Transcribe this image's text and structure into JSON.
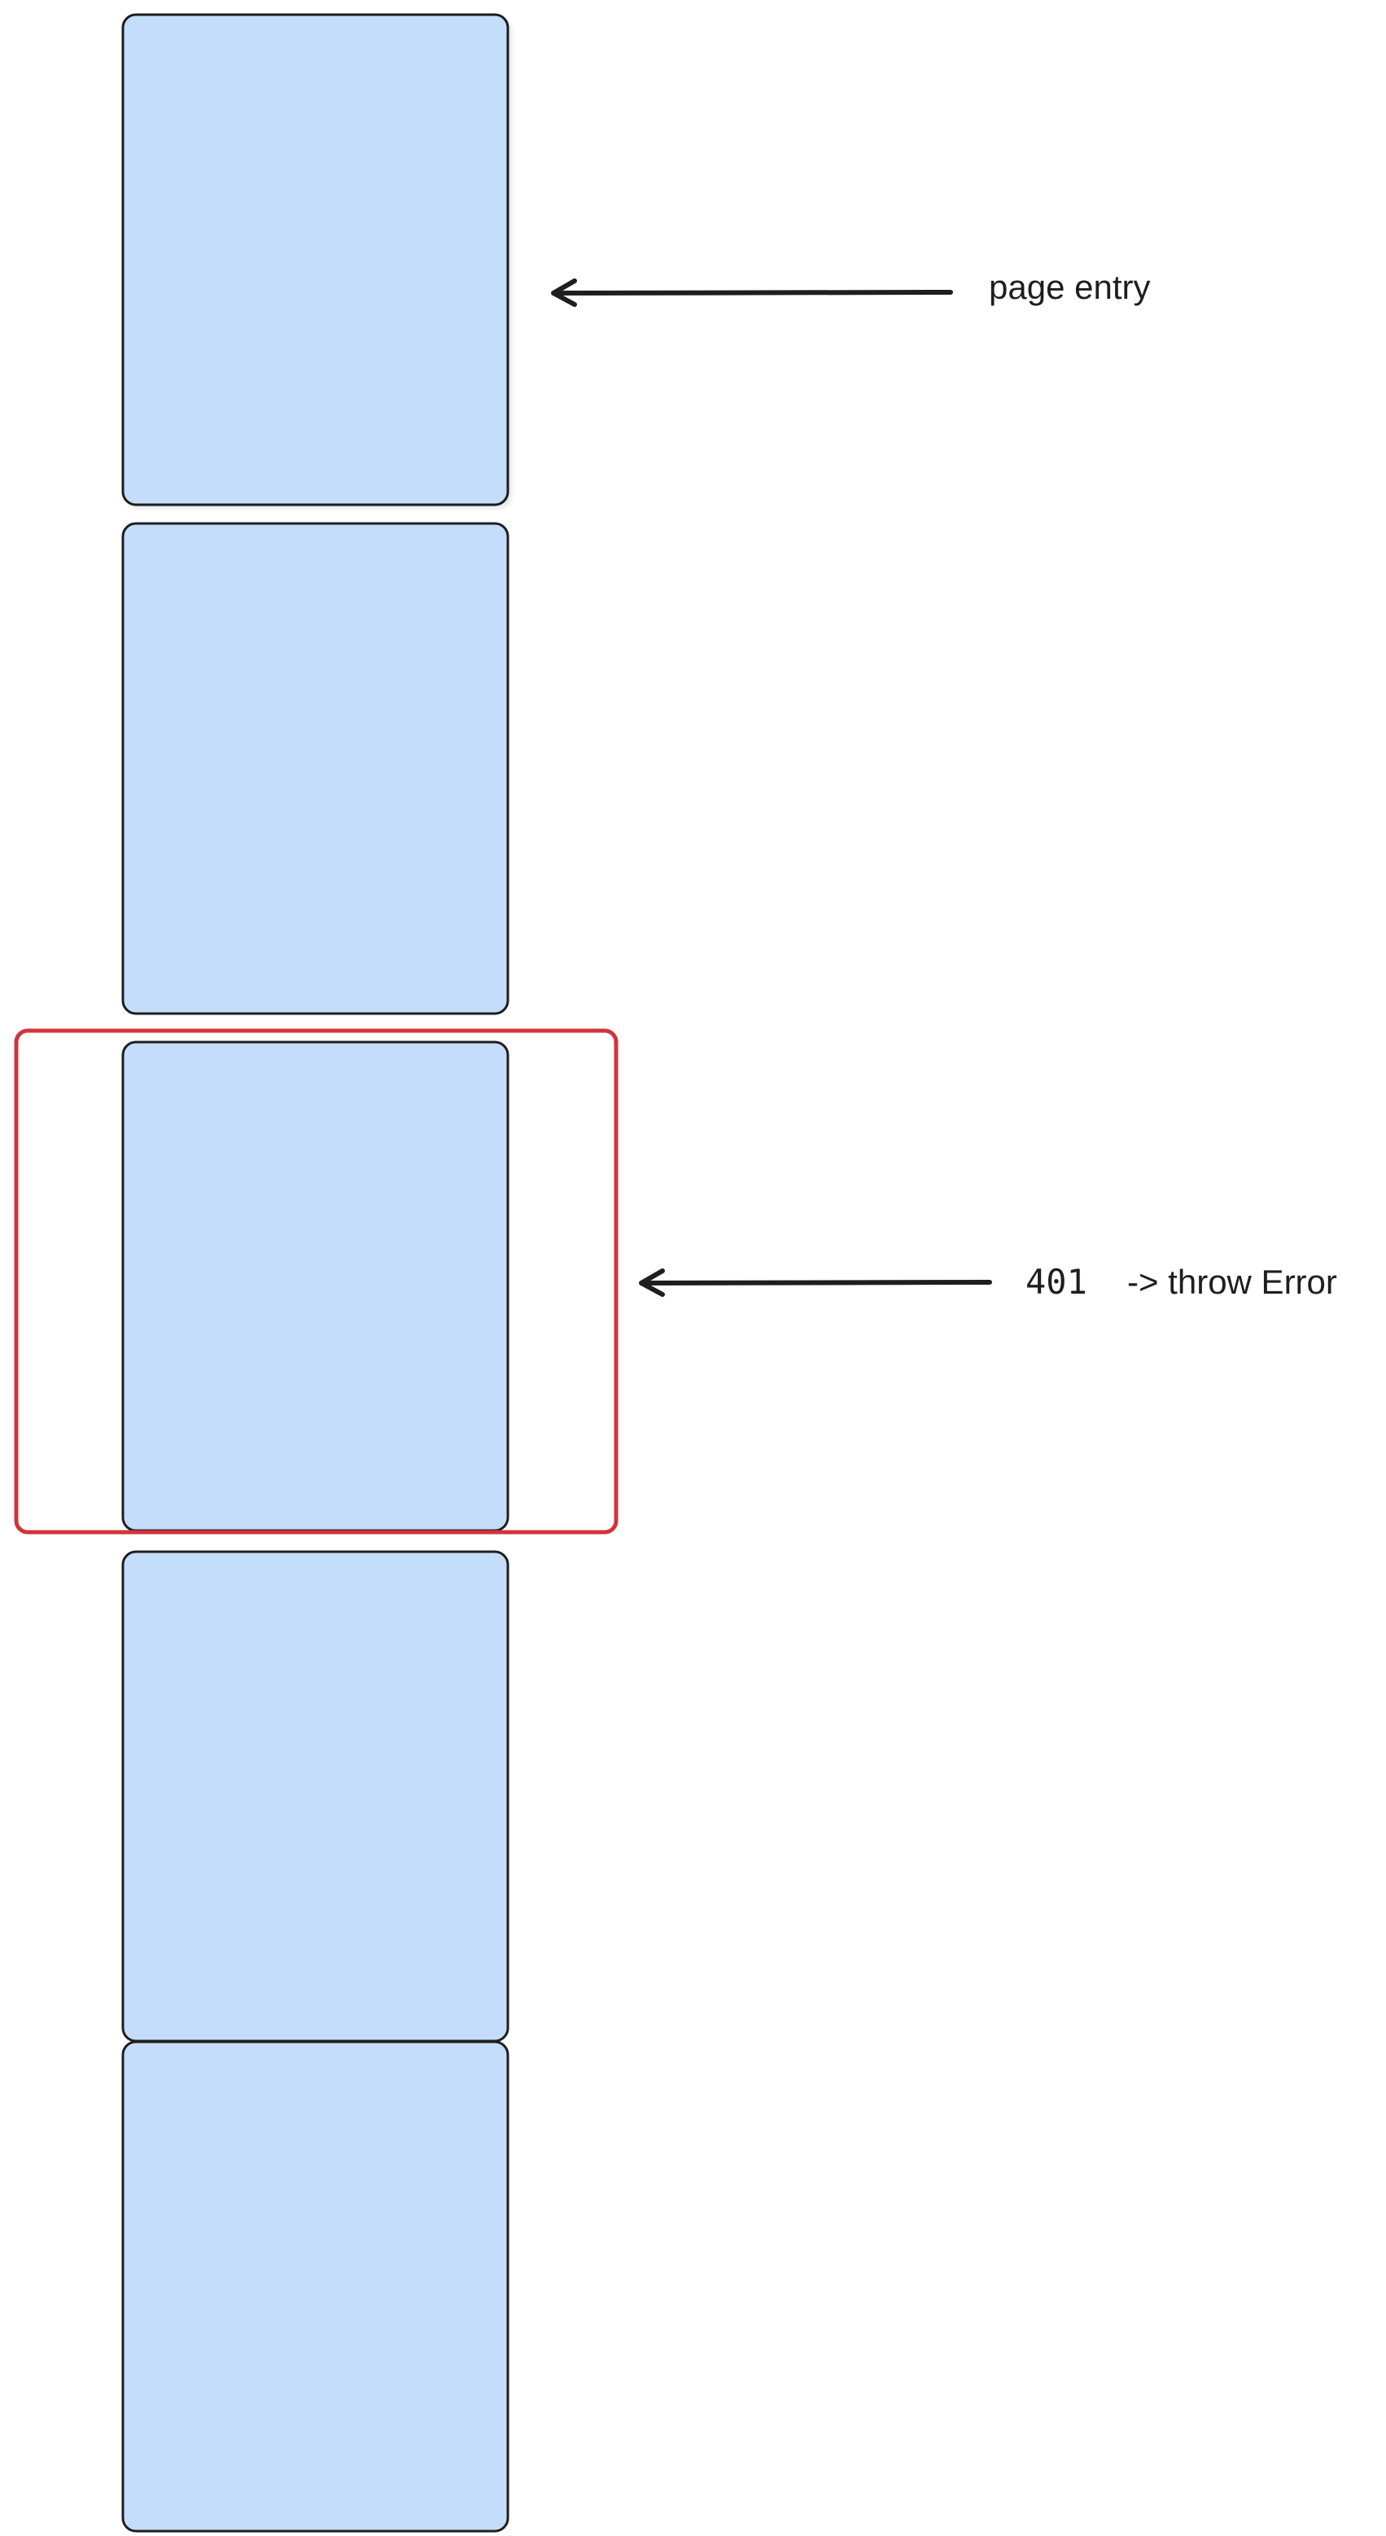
{
  "colors": {
    "block_fill": "#c4ddfb",
    "block_stroke": "#1e1e1e",
    "highlight_stroke": "#d0343a",
    "arrow_stroke": "#1e1e1e",
    "text": "#1e1e1e"
  },
  "blocks": [
    {
      "id": "block-1"
    },
    {
      "id": "block-2"
    },
    {
      "id": "block-3",
      "highlighted": true
    },
    {
      "id": "block-4"
    },
    {
      "id": "block-5"
    }
  ],
  "annotations": {
    "page_entry": {
      "text": "page entry",
      "target": "block-1"
    },
    "error": {
      "code": "401",
      "text": "-> throw Error",
      "target": "block-3"
    }
  }
}
